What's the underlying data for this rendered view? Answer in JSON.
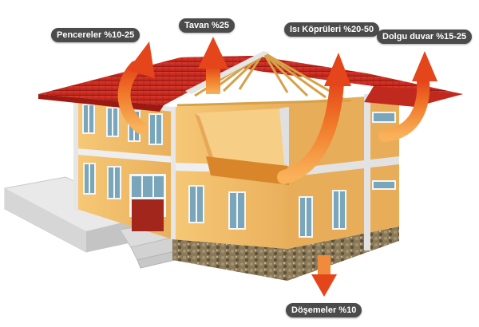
{
  "labels": {
    "windows": "Pencereler %10-25",
    "ceiling": "Tavan %25",
    "thermal_bridges": "Isı Köprüleri %20-50",
    "infill_wall": "Dolgu duvar %15-25",
    "floors": "Döşemeler %10"
  },
  "icons": {
    "windows": "curved-up-arrow-icon",
    "ceiling": "up-arrow-icon",
    "thermal_bridges": "curved-up-arrow-icon",
    "infill_wall": "curved-up-arrow-icon",
    "floors": "down-arrow-icon"
  },
  "colors": {
    "roof": "#c8281e",
    "wall": "#f3c06c",
    "slab": "#ededed",
    "arrow": "#ee5a1a",
    "label_bg": "#4b4b4b",
    "stone": "#7c6c4e",
    "window_frame": "#f5f5f5",
    "glass": "#79a6ba"
  }
}
